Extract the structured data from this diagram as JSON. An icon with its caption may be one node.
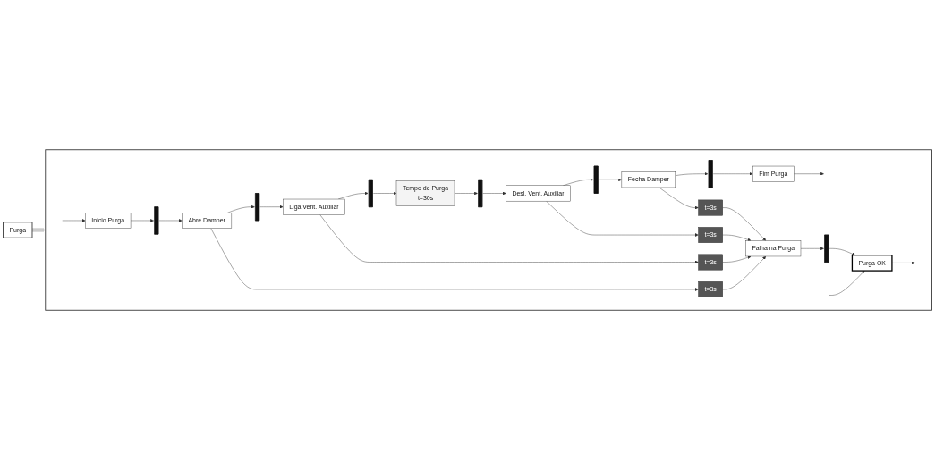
{
  "diagram": {
    "nodes": [
      {
        "text": [
          "Purga"
        ]
      },
      {
        "text": [],
        "shape": "box"
      },
      {
        "text": [
          "Inicio Purga"
        ],
        "in": 1
      },
      {
        "text": [],
        "shape": "bar",
        "in": 1
      },
      {
        "text": [
          "Abre Damper"
        ],
        "in": 1
      },
      {
        "text": [],
        "shape": "bar",
        "in": 1
      },
      {
        "text": [
          "Liga Vent. Auxiliar"
        ],
        "in": 1
      },
      {
        "text": [],
        "shape": "bar",
        "in": 1
      },
      {
        "text": [
          "Tempo de Purga",
          "t=30s"
        ],
        "in": 1
      },
      {
        "text": [],
        "shape": "bar",
        "in": 1
      },
      {
        "text": [
          "Desl. Vent. Auxiliar"
        ],
        "in": 1
      },
      {
        "text": [],
        "shape": "bar",
        "in": 1
      },
      {
        "text": [
          "Fecha Damper"
        ],
        "in": 1
      },
      {
        "text": [],
        "shape": "bar",
        "in": 1
      },
      {
        "text": [
          "Fim Purga"
        ],
        "in": 1
      },
      {
        "text": [
          "t=3s"
        ],
        "in": 1
      },
      {
        "text": [
          "t=3s"
        ],
        "in": 1
      },
      {
        "text": [
          "t=3s"
        ],
        "in": 1
      },
      {
        "text": [
          "t=3s"
        ],
        "in": 1
      },
      {
        "text": [
          "Falha na Purga"
        ],
        "in": 1
      },
      {
        "text": [],
        "shape": "bar",
        "in": 1
      },
      {
        "text": [
          "Purga OK"
        ],
        "in": 1
      }
    ],
    "edges": [
      {
        "from": null,
        "to": 2,
        "arrow": "to"
      },
      {
        "from": 2,
        "to": 3,
        "arrow": "to"
      },
      {
        "from": 3,
        "to": 4,
        "arrow": "to"
      },
      {
        "from": 4,
        "to": 5,
        "arrow": "to"
      },
      {
        "from": 5,
        "to": 6,
        "arrow": "to"
      },
      {
        "from": 6,
        "to": 7,
        "arrow": "to"
      },
      {
        "from": 7,
        "to": 8,
        "arrow": "to"
      },
      {
        "from": 8,
        "to": 9,
        "arrow": "to"
      },
      {
        "from": 9,
        "to": 10,
        "arrow": "to"
      },
      {
        "from": 10,
        "to": 11,
        "arrow": "to"
      },
      {
        "from": 11,
        "to": 12,
        "arrow": "to"
      },
      {
        "from": 12,
        "to": 13,
        "arrow": "to"
      },
      {
        "from": 13,
        "to": 14,
        "arrow": "to"
      },
      {
        "from": 14,
        "to": null,
        "arrow": "to"
      },
      {
        "from": 4,
        "to": 15,
        "arrow": "to"
      },
      {
        "from": 15,
        "to": 19,
        "arrow": "to"
      },
      {
        "from": 6,
        "to": 16,
        "arrow": "to"
      },
      {
        "from": 16,
        "to": 19,
        "arrow": "to"
      },
      {
        "from": 10,
        "to": 17,
        "arrow": "to"
      },
      {
        "from": 17,
        "to": 19,
        "arrow": "to"
      },
      {
        "from": 12,
        "to": 18,
        "arrow": "to"
      },
      {
        "from": 18,
        "to": 19,
        "arrow": "to"
      },
      {
        "from": 19,
        "to": 20,
        "arrow": "to"
      },
      {
        "from": 20,
        "to": 21,
        "arrow": "to"
      },
      {
        "from": 21,
        "to": null,
        "arrow": "to"
      },
      {
        "from": null,
        "to": 21,
        "arrow": "to"
      },
      {
        "from": 0,
        "to": 1,
        "arrow": "to",
        "style": "thick",
        "color": "#cccccc"
      }
    ]
  }
}
